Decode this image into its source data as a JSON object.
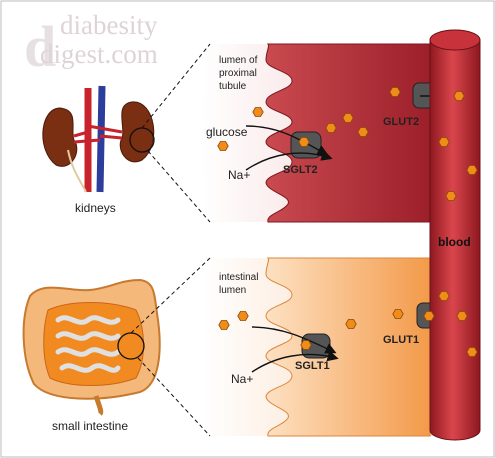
{
  "watermark": {
    "line1": "diabesity",
    "line2": "digest.com"
  },
  "organs": {
    "kidneys": "kidneys",
    "intestine": "small intestine"
  },
  "kidney_panel": {
    "lumen_label_1": "lumen of",
    "lumen_label_2": "proximal",
    "lumen_label_3": "tubule",
    "glucose": "glucose",
    "sodium": "Na+",
    "cotransporter": "SGLT2",
    "transporter": "GLUT2"
  },
  "intestine_panel": {
    "lumen_label_1": "intestinal",
    "lumen_label_2": "lumen",
    "sodium": "Na+",
    "cotransporter": "SGLT1",
    "transporter": "GLUT1"
  },
  "vessel": {
    "label": "blood"
  },
  "colors": {
    "kidney_cell": "#a82832",
    "intestine_cell": "#f6a860",
    "blood_vessel": "#b8272f",
    "glucose": "#f08c1a",
    "transporter": "#555555",
    "artery": "#c8232b",
    "vein": "#2d3d9c"
  }
}
